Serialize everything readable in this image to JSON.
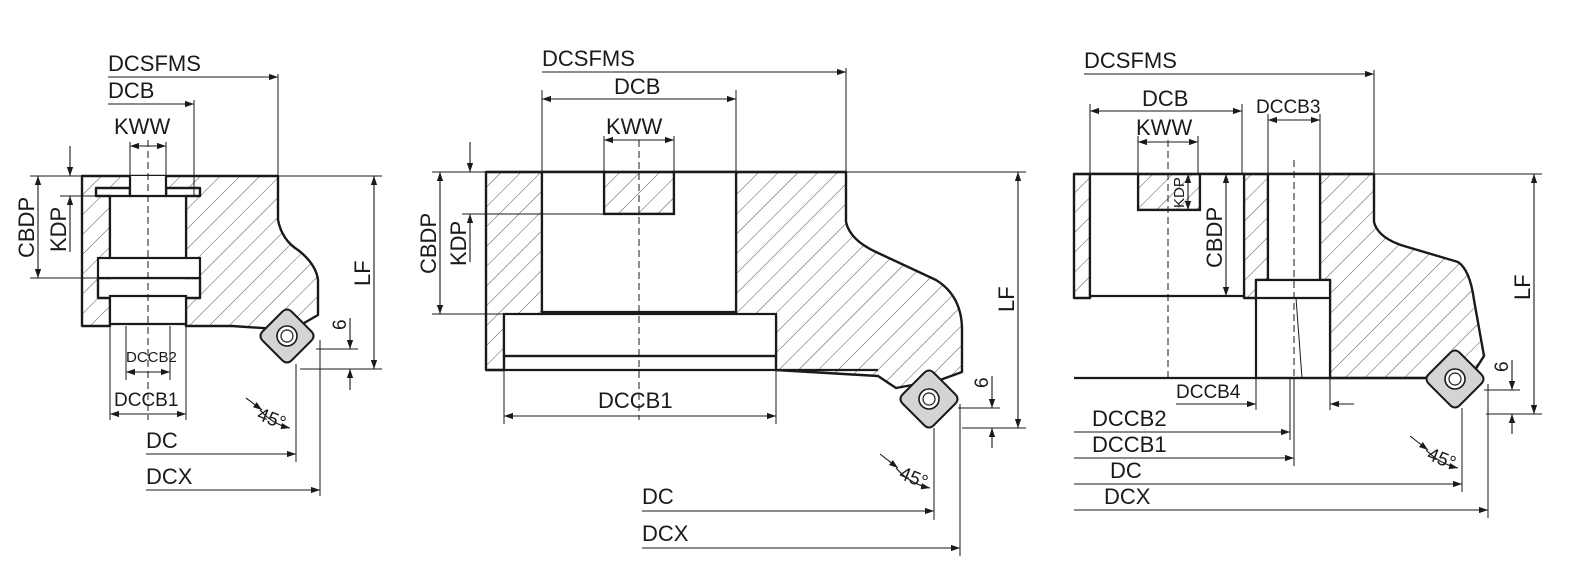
{
  "labels": {
    "dcsfms": "DCSFMS",
    "dcb": "DCB",
    "kww": "KWW",
    "cbdp": "CBDP",
    "kdp": "KDP",
    "lf": "LF",
    "dc": "DC",
    "dcx": "DCX",
    "dccb1": "DCCB1",
    "dccb2": "DCCB2",
    "dccb3": "DCCB3",
    "dccb4": "DCCB4",
    "six": "6",
    "angle": "45°"
  }
}
